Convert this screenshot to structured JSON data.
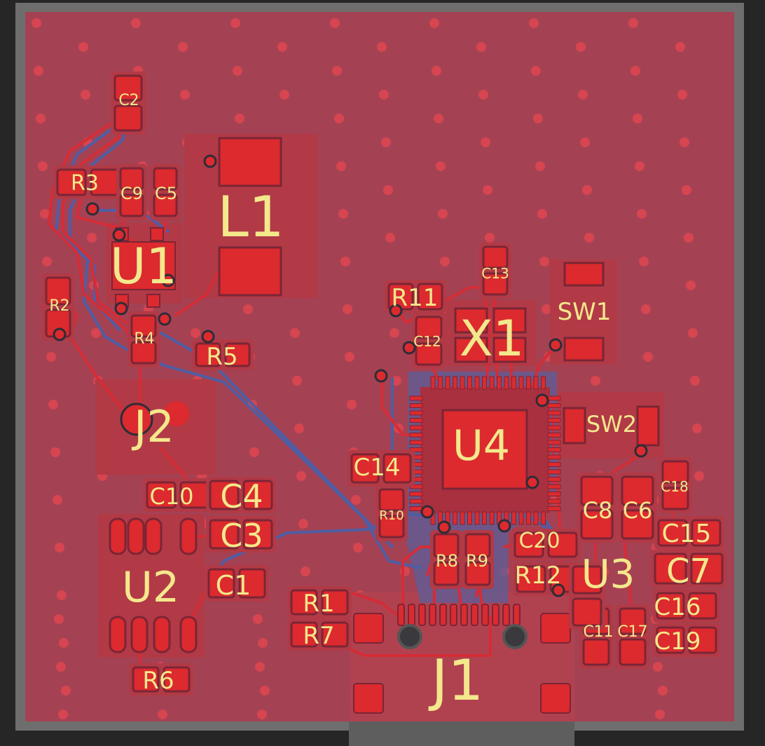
{
  "board": {
    "colors": {
      "background": "#262626",
      "edge": "#6e6e6e",
      "board": "#a44254",
      "copper_pour": "#a9303f",
      "courtyard": "#b13a46",
      "pad": "#dc2a2e",
      "pad_outline": "#7b2536",
      "trace_top": "#d52c36",
      "trace_bottom": "#4f5ea4",
      "via": "#2d2d38",
      "label": "#f3e88c",
      "bottom_zone": "#5a5f9a"
    },
    "refs": {
      "C2": "C2",
      "R3": "R3",
      "C9": "C9",
      "C5": "C5",
      "L1": "L1",
      "U1": "U1",
      "R2": "R2",
      "R4": "R4",
      "R5": "R5",
      "J2": "J2",
      "C10": "C10",
      "C4": "C4",
      "C3": "C3",
      "U2": "U2",
      "C1": "C1",
      "R6": "R6",
      "R1": "R1",
      "R7": "R7",
      "J1": "J1",
      "R11": "R11",
      "C13": "C13",
      "C12": "C12",
      "X1": "X1",
      "SW1": "SW1",
      "SW2": "SW2",
      "U4": "U4",
      "C14": "C14",
      "R10": "R10",
      "R8": "R8",
      "R9": "R9",
      "C20": "C20",
      "R12": "R12",
      "U3": "U3",
      "C8": "C8",
      "C6": "C6",
      "C18": "C18",
      "C15": "C15",
      "C7": "C7",
      "C16": "C16",
      "C19": "C19",
      "C11": "C11",
      "C17": "C17"
    }
  }
}
